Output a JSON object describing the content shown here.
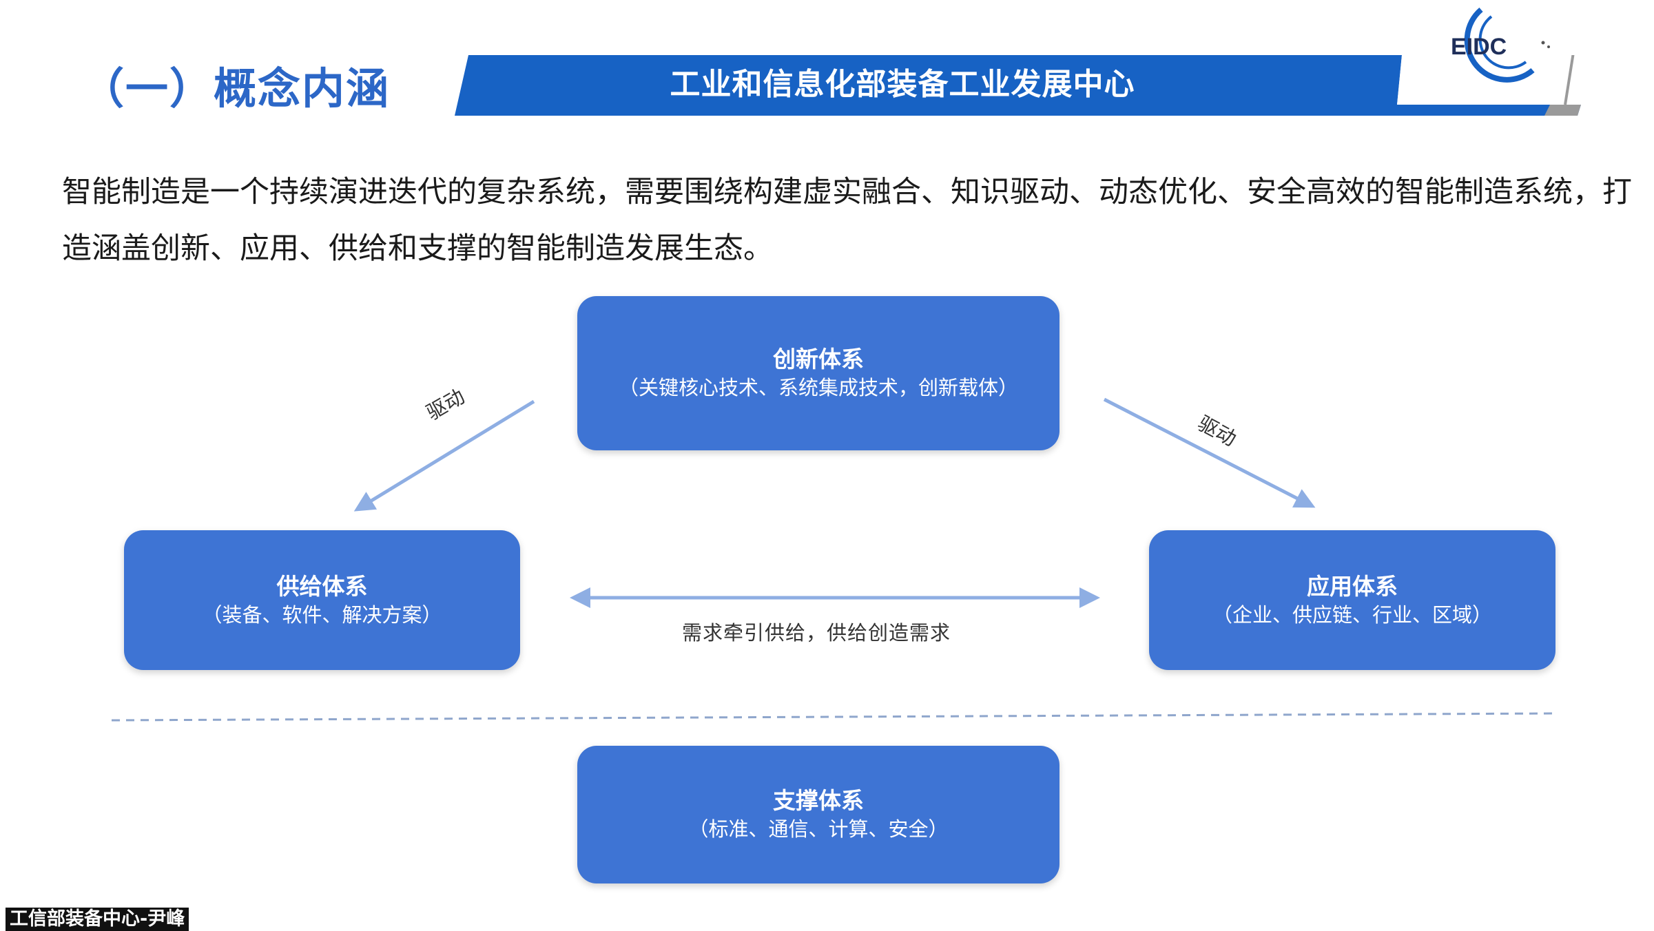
{
  "header": {
    "section_title": "（一）概念内涵",
    "banner_title": "工业和信息化部装备工业发展中心",
    "logo_text": "EIDC",
    "banner_color": "#1762c4"
  },
  "intro": {
    "text": "智能制造是一个持续演进迭代的复杂系统，需要围绕构建虚实融合、知识驱动、动态优化、安全高效的智能制造系统，打造涵盖创新、应用、供给和支撑的智能制造发展生态。"
  },
  "diagram": {
    "box_color": "#3e74d4",
    "arrow_color": "#8eaee3",
    "innovation": {
      "title": "创新体系",
      "subtitle": "（关键核心技术、系统集成技术，创新载体）"
    },
    "supply": {
      "title": "供给体系",
      "subtitle": "（装备、软件、解决方案）"
    },
    "application": {
      "title": "应用体系",
      "subtitle": "（企业、供应链、行业、区域）"
    },
    "support": {
      "title": "支撑体系",
      "subtitle": "（标准、通信、计算、安全）"
    },
    "drive_left": "驱动",
    "drive_right": "驱动",
    "mutual_label": "需求牵引供给，供给创造需求"
  },
  "watermark": "工信部装备中心-尹峰"
}
